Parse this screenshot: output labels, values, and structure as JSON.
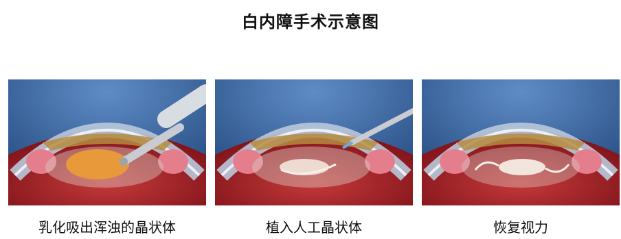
{
  "title": "白内障手术示意图",
  "steps": [
    {
      "caption": "乳化吸出浑浊的晶状体"
    },
    {
      "caption": "植入人工晶状体"
    },
    {
      "caption": "恢复视力"
    }
  ],
  "colors": {
    "background_blue": "#2d5d9a",
    "retina_red": "#a3222a",
    "cornea": "#b9c8da",
    "iris": "#e47e8c",
    "cloudy_lens": "#e89a3a",
    "instrument": "#c8ccd2"
  }
}
